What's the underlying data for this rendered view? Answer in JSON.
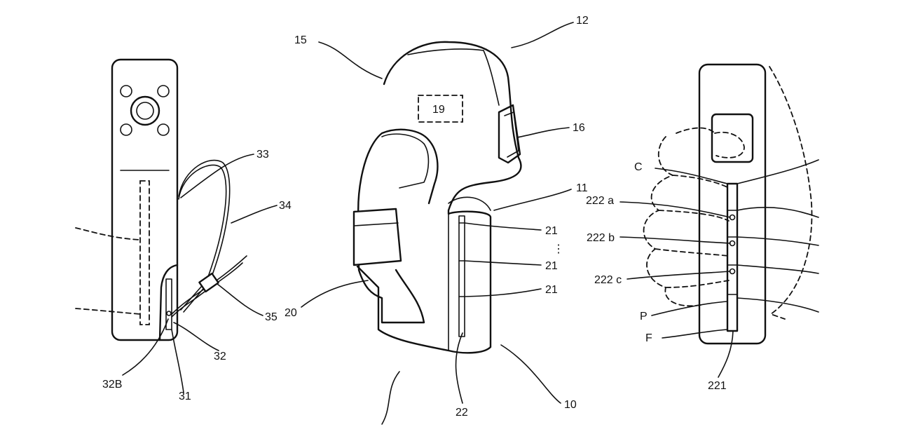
{
  "labels": {
    "l12": "12",
    "l15": "15",
    "l19": "19",
    "l16": "16",
    "l11": "11",
    "l21a": "21",
    "l21b": "21",
    "l21c": "21",
    "l20": "20",
    "l22": "22",
    "l10": "10",
    "l33": "33",
    "l34": "34",
    "l35": "35",
    "l32": "32",
    "l32B": "32B",
    "l31": "31",
    "lC": "C",
    "l222a": "222 a",
    "l222b": "222 b",
    "l222c": "222 c",
    "lP": "P",
    "lF": "F",
    "l221": "221"
  }
}
